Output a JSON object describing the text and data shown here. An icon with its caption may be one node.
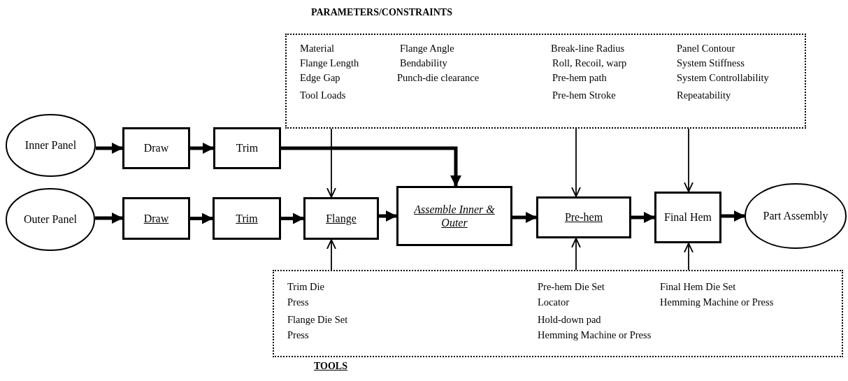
{
  "diagram": {
    "nodes": [
      {
        "text": [
          "PARAMETERS/CONSTRAINTS",
          "Material",
          "Flange Length",
          "Edge Gap",
          "Tool Loads",
          "Flange Angle",
          "Bendability",
          "Punch-die clearance",
          "Break-line Radius",
          "Roll, Recoil, warp",
          "Pre-hem path",
          "Pre-hem Stroke",
          "Panel Contour",
          "System Stiffness",
          "System Controllability",
          "Repeatability"
        ]
      },
      {
        "text": [
          "Inner Panel"
        ]
      },
      {
        "text": [
          "Draw"
        ]
      },
      {
        "text": [
          "Trim"
        ]
      },
      {
        "text": [
          "Outer Panel"
        ]
      },
      {
        "text": [
          "Draw"
        ]
      },
      {
        "text": [
          "Trim"
        ]
      },
      {
        "text": [
          "Flange"
        ]
      },
      {
        "text": [
          "Assemble Inner & Outer"
        ]
      },
      {
        "text": [
          "Pre-hem"
        ]
      },
      {
        "text": [
          "Final Hem"
        ]
      },
      {
        "text": [
          "Part Assembly"
        ]
      },
      {
        "text": [
          "TOOLS",
          "Trim Die",
          "Press",
          "Flange Die Set",
          "Press",
          "Pre-hem Die Set",
          "Locator",
          "Hold-down pad",
          "Hemming Machine or Press",
          "Final Hem Die Set",
          "Hemming Machine or Press"
        ]
      }
    ],
    "edges": [
      {
        "from": 1,
        "to": 2,
        "arrow": "to"
      },
      {
        "from": 2,
        "to": 3,
        "arrow": "to"
      },
      {
        "from": 3,
        "to": 8,
        "arrow": "to"
      },
      {
        "from": 4,
        "to": 5,
        "arrow": "to"
      },
      {
        "from": 5,
        "to": 6,
        "arrow": "to"
      },
      {
        "from": 6,
        "to": 7,
        "arrow": "to"
      },
      {
        "from": 7,
        "to": 8,
        "arrow": "to"
      },
      {
        "from": 8,
        "to": 9,
        "arrow": "to"
      },
      {
        "from": 9,
        "to": 10,
        "arrow": "to"
      },
      {
        "from": 10,
        "to": 11,
        "arrow": "to"
      },
      {
        "from": 0,
        "to": 7,
        "arrow": "to"
      },
      {
        "from": 0,
        "to": 9,
        "arrow": "to"
      },
      {
        "from": 0,
        "to": 10,
        "arrow": "to"
      },
      {
        "from": 12,
        "to": 7,
        "arrow": "to"
      },
      {
        "from": 12,
        "to": 9,
        "arrow": "to"
      },
      {
        "from": 12,
        "to": 10,
        "arrow": "to"
      }
    ]
  }
}
